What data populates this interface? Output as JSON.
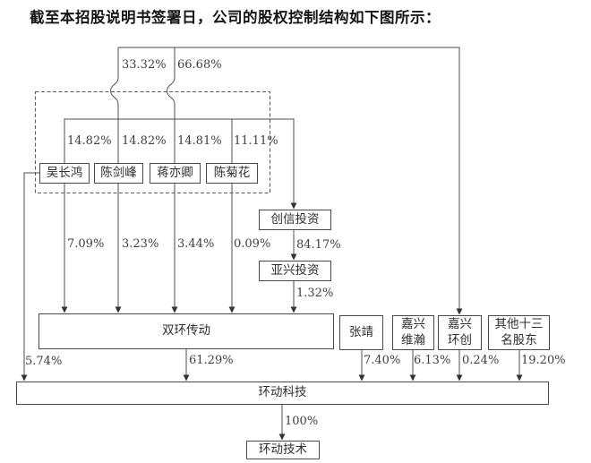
{
  "title": "截至本招股说明书签署日，公司的股权控制结构如下图所示：",
  "nodes": {
    "wuchanghong": {
      "label": "吴长鸿"
    },
    "chenjianfeng": {
      "label": "陈剑峰"
    },
    "jiangyiqing": {
      "label": "蒋亦卿"
    },
    "chenjuhua": {
      "label": "陈菊花"
    },
    "chuangxin": {
      "label": "创信投资"
    },
    "yaxing": {
      "label": "亚兴投资"
    },
    "shuanghuan": {
      "label": "双环传动"
    },
    "zhangjing": {
      "label": "张靖"
    },
    "jiaxing_weihan": {
      "label": "嘉兴\n维瀚"
    },
    "jiaxing_huanchuang": {
      "label": "嘉兴\n环创"
    },
    "other_shareholders": {
      "label": "其他十三\n名股东"
    },
    "huandong_keji": {
      "label": "环动科技"
    },
    "huandong_jishu": {
      "label": "环动技术"
    }
  },
  "edges": {
    "chenjianfeng_to_jiaxing_huanchuang": {
      "pct": "33.32%"
    },
    "jiangyiqing_to_jiaxing_huanchuang": {
      "pct": "66.68%"
    },
    "wuchanghong_to_chuangxin": {
      "pct": "14.82%"
    },
    "chenjianfeng_to_chuangxin": {
      "pct": "14.82%"
    },
    "jiangyiqing_to_chuangxin": {
      "pct": "14.81%"
    },
    "chenjuhua_to_chuangxin": {
      "pct": "11.11%"
    },
    "wuchanghong_to_shuanghuan": {
      "pct": "7.09%"
    },
    "chenjianfeng_to_shuanghuan": {
      "pct": "3.23%"
    },
    "jiangyiqing_to_shuanghuan": {
      "pct": "3.44%"
    },
    "chenjuhua_to_shuanghuan": {
      "pct": "0.09%"
    },
    "chuangxin_to_yaxing": {
      "pct": "84.17%"
    },
    "yaxing_to_shuanghuan": {
      "pct": "1.32%"
    },
    "wuchanghong_to_huandong_keji": {
      "pct": "5.74%"
    },
    "shuanghuan_to_huandong_keji": {
      "pct": "61.29%"
    },
    "zhangjing_to_huandong_keji": {
      "pct": "7.40%"
    },
    "jiaxing_weihan_to_huandong_keji": {
      "pct": "6.13%"
    },
    "jiaxing_huanchuang_to_huandong_keji": {
      "pct": "0.24%"
    },
    "other_shareholders_to_huandong_keji": {
      "pct": "19.20%"
    },
    "huandong_keji_to_huandong_jishu": {
      "pct": "100%"
    }
  }
}
